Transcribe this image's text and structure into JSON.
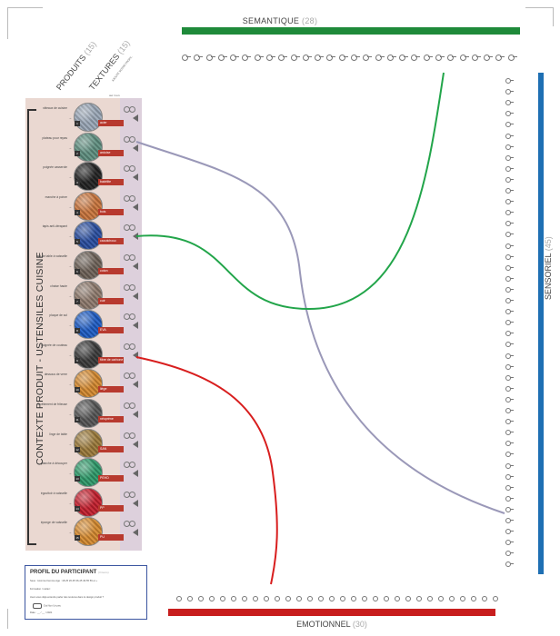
{
  "semantique": {
    "title": "SEMANTIQUE",
    "count": "(28)"
  },
  "sensoriel": {
    "title": "SENSORIEL",
    "count": "(45)"
  },
  "emotionnel": {
    "title": "EMOTIONNEL",
    "count": "(30)"
  },
  "columns": {
    "produits": {
      "title": "PRODUITS",
      "count": "(15)"
    },
    "textures": {
      "title": "TEXTURES",
      "count": "(15)"
    },
    "small_note": "AJOUTE VOTRE PROFIL",
    "oui_label": "oui / non"
  },
  "context_label": "CONTEXTE PRODUIT - USTENSILES CUISINE",
  "rows": [
    {
      "product": "râteaux de cuisine",
      "num": "1",
      "texture": "acier",
      "color": "#9aa7b7"
    },
    {
      "product": "plateau pour repas",
      "num": "2",
      "texture": "ardoise",
      "color": "#5f8f80"
    },
    {
      "product": "poignée casserole",
      "num": "3",
      "texture": "bakélite",
      "color": "#222222"
    },
    {
      "product": "manche à poivre",
      "num": "4",
      "texture": "bois",
      "color": "#c9753d"
    },
    {
      "product": "tapis anti-dérapant",
      "num": "5",
      "texture": "caoutchouc",
      "color": "#2a4ea0"
    },
    {
      "product": "set de table à vaisselle",
      "num": "6",
      "texture": "coton",
      "color": "#6e6258"
    },
    {
      "product": "chaise haute",
      "num": "7",
      "texture": "cuir",
      "color": "#8e7a6c"
    },
    {
      "product": "plaque de sol",
      "num": "8",
      "texture": "EVA",
      "color": "#1e5cc4"
    },
    {
      "product": "poignée de couteau",
      "num": "9",
      "texture": "fibre de carbone",
      "color": "#3a3a3a"
    },
    {
      "product": "dessous de verre",
      "num": "10",
      "texture": "liège",
      "color": "#d4892f"
    },
    {
      "product": "revêtement de friteuse",
      "num": "11",
      "texture": "néoprène",
      "color": "#555555"
    },
    {
      "product": "linge de table",
      "num": "12",
      "texture": "SAN",
      "color": "#9b7a3a"
    },
    {
      "product": "planche à découper",
      "num": "13",
      "texture": "PEHD",
      "color": "#2f9a6a"
    },
    {
      "product": "égouttoir à vaisselle",
      "num": "14",
      "texture": "PP",
      "color": "#c4202e"
    },
    {
      "product": "éponge de vaisselle",
      "num": "15",
      "texture": "PU",
      "color": "#d58a2f"
    }
  ],
  "profil": {
    "title": "PROFIL DU PARTICIPANT",
    "count": "(3 items)",
    "line1": "Sexe : Homme Femme   Age : 18-25  26-35  36-45  46-55  56 et +",
    "line2": "Formation / métier :",
    "line3": "Avez-vous déjà entendu parler des textures dans le design produit ?",
    "line4": "Oui   Non   Un peu",
    "line5": "Date :  __ / __ / 2021"
  },
  "colors": {
    "semantique": "#1f8a3a",
    "sensoriel": "#1e6fb3",
    "emotionnel": "#c81e1e",
    "panel": "#ead8d1",
    "curve_gray": "#9a98b8"
  }
}
